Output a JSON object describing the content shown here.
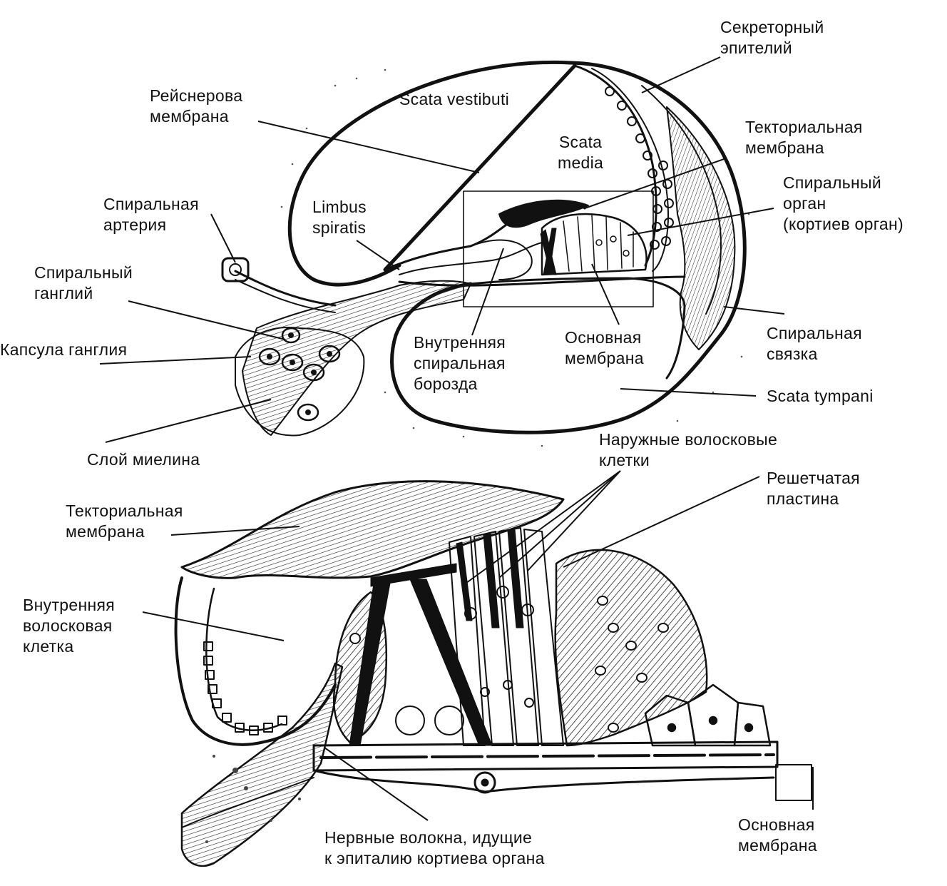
{
  "colors": {
    "ink": "#111111",
    "paper": "#ffffff",
    "hatch": "#222222"
  },
  "upper": {
    "scala_vestibuli": "Scata vestibuti",
    "scala_media": "Scata\nmedia",
    "scala_tympani": "Scata tympani",
    "limbus": "Limbus\nspiratis",
    "reissner": "Рейснерова\nмембрана",
    "secretory": "Секреторный\nэпителий",
    "tectorial": "Текториальная\nмембрана",
    "organ_corti": "Спиральный\nорган\n(кортиев орган)",
    "spiral_artery": "Спиральная\nартерия",
    "spiral_ganglion": "Спиральный\nганглий",
    "ganglion_capsule": "Капсула ганглия",
    "myelin": "Слой миелина",
    "inner_sulcus": "Внутренняя\nспиральная\nборозда",
    "basilar": "Основная\nмембрана",
    "spiral_ligament": "Спиральная\nсвязка"
  },
  "lower": {
    "outer_hair": "Наружные волосковые\nклетки",
    "reticular": "Решетчатая\nпластина",
    "tectorial": "Текториальная\nмембрана",
    "inner_hair": "Внутренняя\nволосковая\nклетка",
    "nerve_fibers": "Нервные волокна, идущие\nк эпиталию кортиева органа",
    "basilar": "Основная\nмембрана"
  }
}
